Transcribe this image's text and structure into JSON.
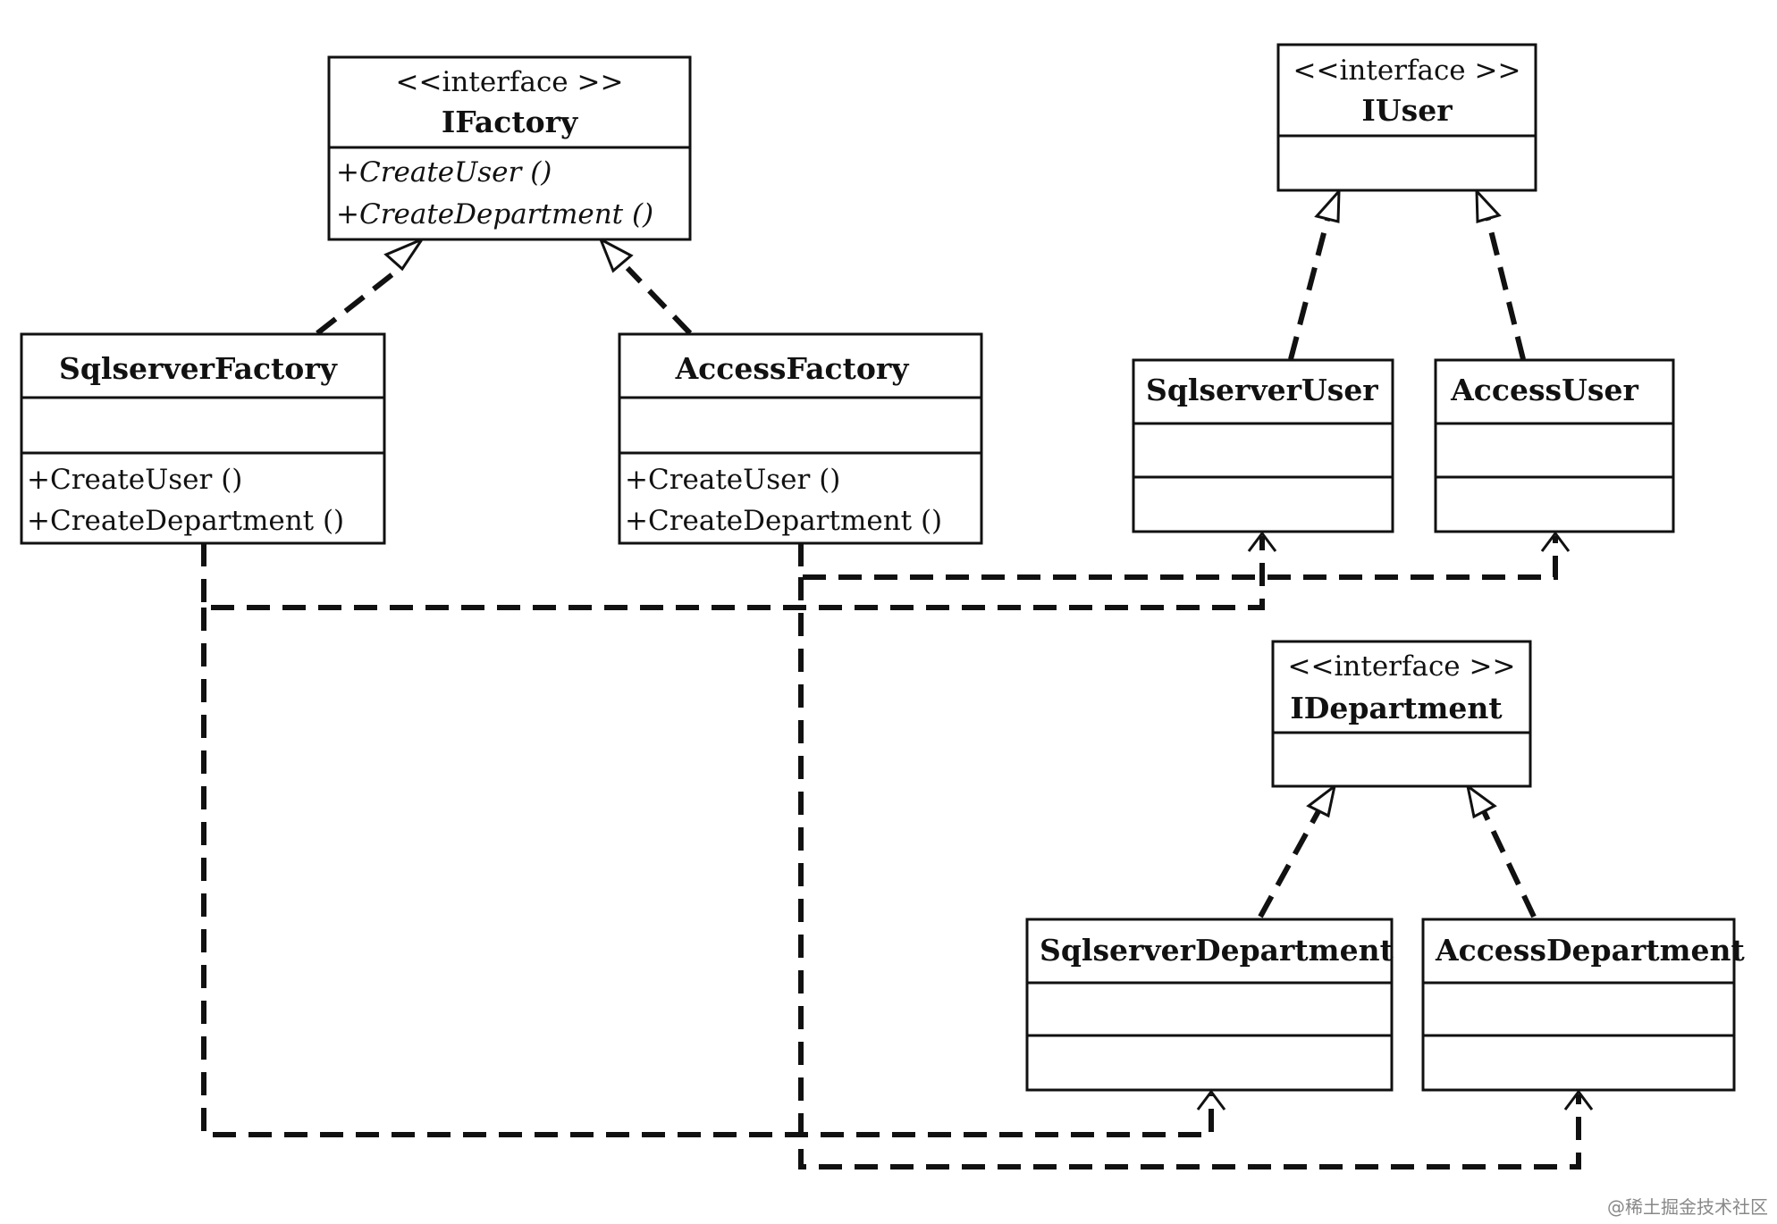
{
  "classes": {
    "ifactory": {
      "stereotype": "<<interface >>",
      "name": "IFactory",
      "ops": [
        "+CreateUser ()",
        "+CreateDepartment ()"
      ]
    },
    "sqlserver_factory": {
      "name": "SqlserverFactory",
      "ops": [
        "+CreateUser ()",
        "+CreateDepartment ()"
      ]
    },
    "access_factory": {
      "name": "AccessFactory",
      "ops": [
        "+CreateUser ()",
        "+CreateDepartment ()"
      ]
    },
    "iuser": {
      "stereotype": "<<interface >>",
      "name": "IUser"
    },
    "sqlserver_user": {
      "name": "SqlserverUser"
    },
    "access_user": {
      "name": "AccessUser"
    },
    "idepartment": {
      "stereotype": "<<interface >>",
      "name": "IDepartment"
    },
    "sqlserver_department": {
      "name": "SqlserverDepartment"
    },
    "access_department": {
      "name": "AccessDepartment"
    }
  },
  "watermark": "@稀土掘金技术社区",
  "colors": {
    "line": "#111111",
    "background": "#ffffff"
  }
}
